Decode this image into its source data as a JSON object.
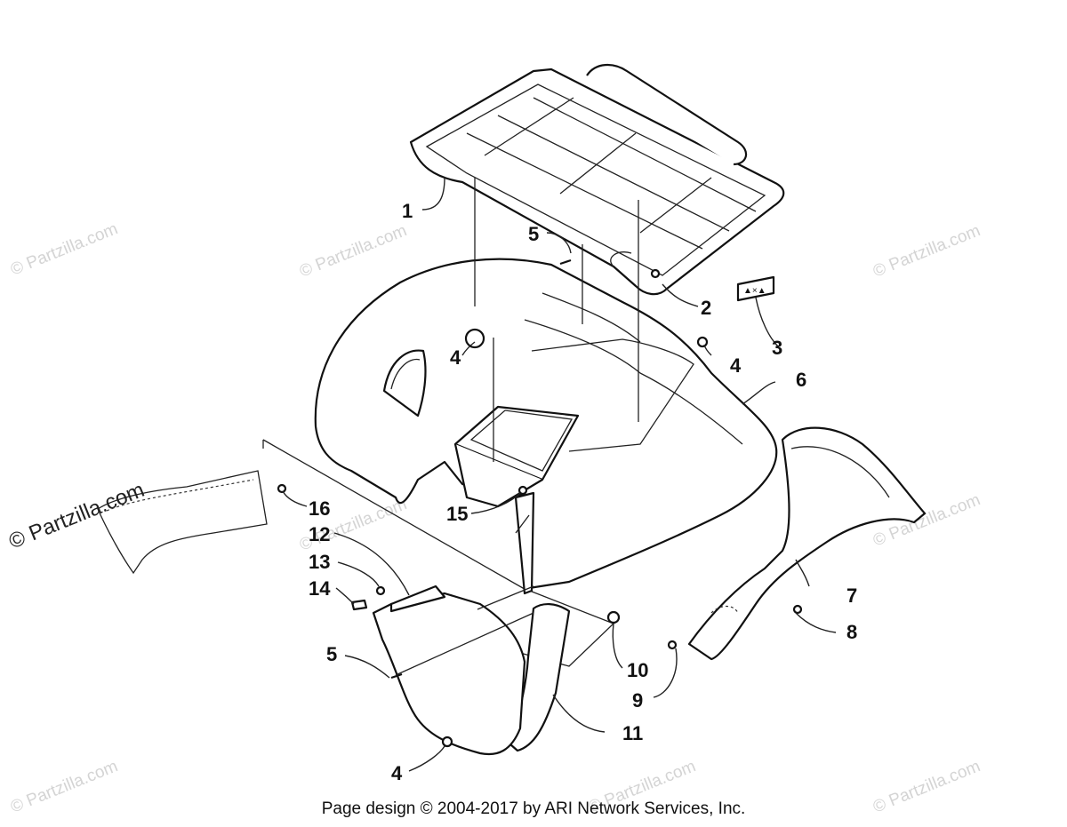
{
  "watermark_text": "© Partzilla.com",
  "callouts": {
    "c1": "1",
    "c2": "2",
    "c3": "3",
    "c4a": "4",
    "c4b": "4",
    "c4c": "4",
    "c5a": "5",
    "c5b": "5",
    "c6": "6",
    "c7": "7",
    "c8": "8",
    "c9": "9",
    "c10": "10",
    "c11": "11",
    "c12": "12",
    "c13": "13",
    "c14": "14",
    "c15": "15",
    "c16": "16"
  },
  "footer": "Page design © 2004-2017 by ARI Network Services, Inc."
}
